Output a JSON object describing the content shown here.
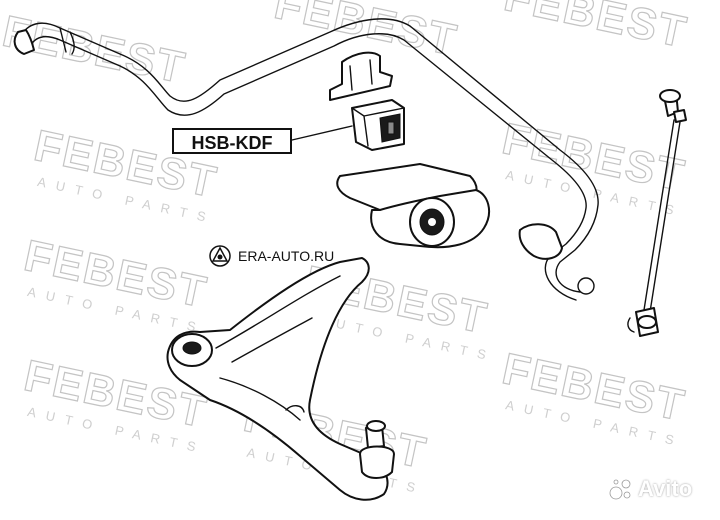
{
  "watermark": {
    "brand": "FEBEST",
    "sub": "AUTO PARTS"
  },
  "part_label": "HSB-KDF",
  "site_label": "ERA-AUTO.RU",
  "avito_label": "Avito"
}
